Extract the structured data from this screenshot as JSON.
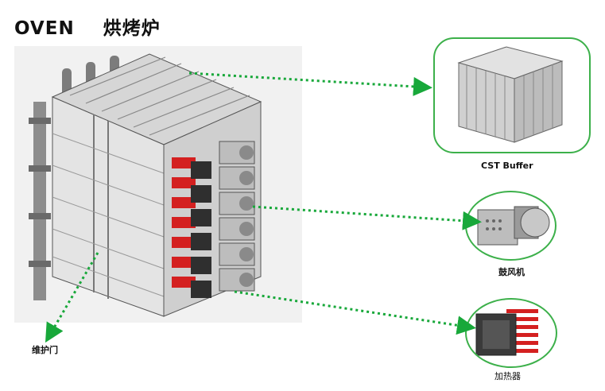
{
  "title": "OVEN    烘烤炉",
  "labels": {
    "cst_buffer": "CST Buffer",
    "blower": "鼓风机",
    "heater": "加热器",
    "door": "维护门"
  },
  "colors": {
    "arrow": "#18a83a",
    "frame": "#3cb04a",
    "heater": "#d42020"
  }
}
